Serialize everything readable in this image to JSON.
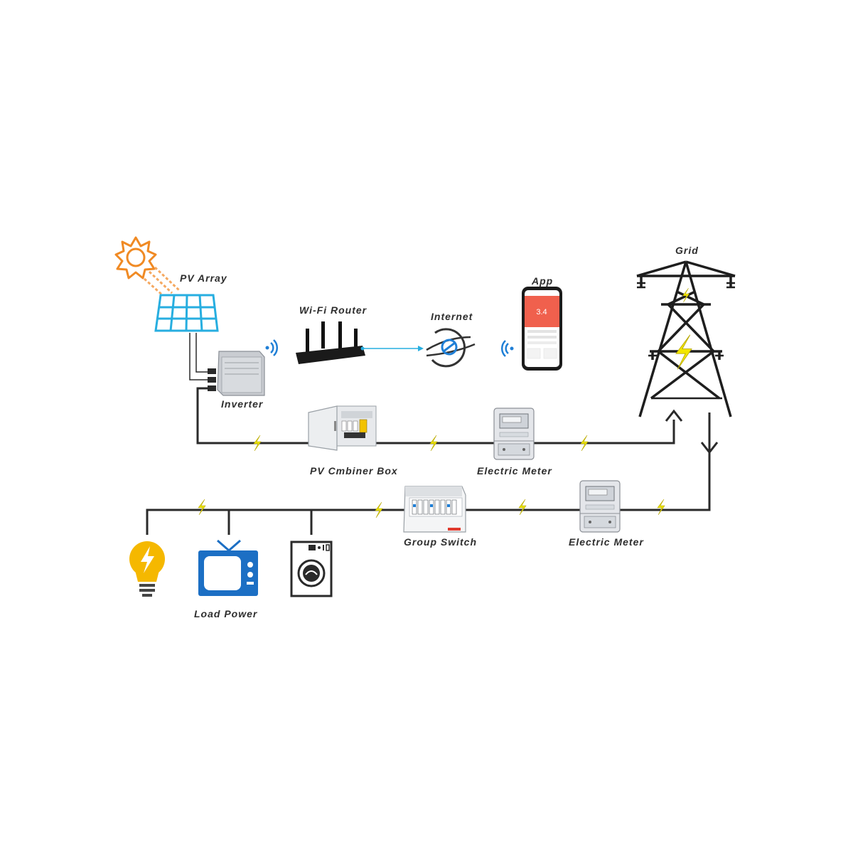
{
  "labels": {
    "pv_array": "PV Array",
    "wifi_router": "Wi-Fi Router",
    "internet": "Internet",
    "app": "App",
    "grid": "Grid",
    "inverter": "Inverter",
    "combiner_box": "PV Cmbiner Box",
    "electric_meter_top": "Electric Meter",
    "group_switch": "Group Switch",
    "electric_meter_bottom": "Electric Meter",
    "load_power": "Load Power"
  },
  "app_screen": {
    "reading": "3.4"
  },
  "colors": {
    "line": "#2a2a2a",
    "bolt": "#e8e000",
    "solar_blue": "#27aee0",
    "sun": "#f08a24",
    "wifi": "#1f7fd6",
    "load_blue": "#1c6fc4",
    "bulb": "#f5b800",
    "app_red": "#f0604d"
  },
  "icons": {
    "sun": "sun-icon",
    "panel": "solar-panel-icon",
    "router": "router-icon",
    "internet": "globe-icon",
    "phone": "phone-icon",
    "tower": "power-tower-icon",
    "bulb": "light-bulb-icon",
    "tv": "tv-icon",
    "washer": "washing-machine-icon"
  }
}
